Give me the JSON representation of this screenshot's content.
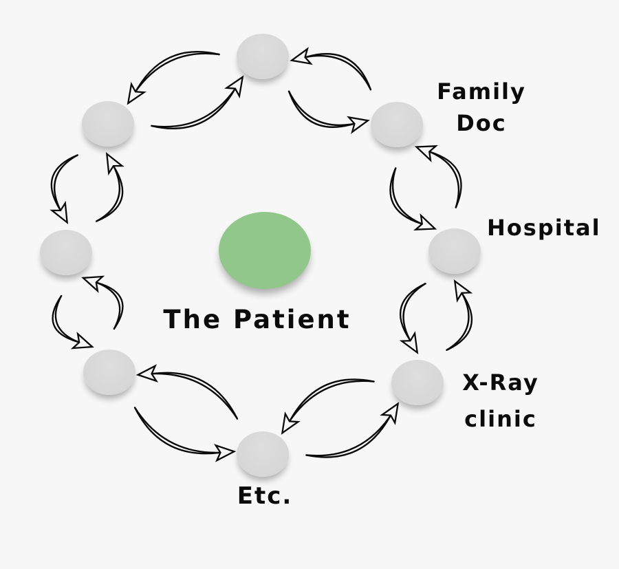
{
  "diagram": {
    "center_label": "The Patient",
    "labels": {
      "family_line1": "Family",
      "family_line2": "Doc",
      "hospital": "Hospital",
      "xray_line1": "X-Ray",
      "xray_line2": "clinic",
      "etc": "Etc."
    },
    "colors": {
      "background": "#f7f7f7",
      "node_gray": "#d9d9d9",
      "center_green": "#91c78a",
      "arrow_ink": "#0b0b0b",
      "text": "#0b0b0b"
    }
  }
}
